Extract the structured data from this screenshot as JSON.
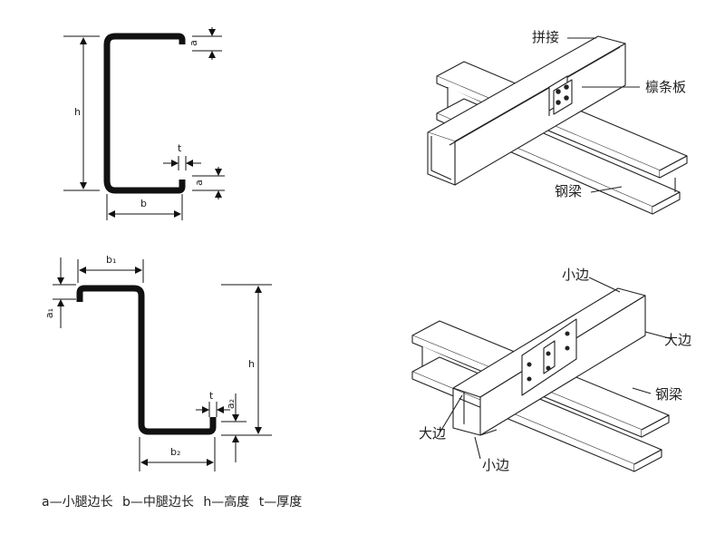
{
  "c_section": {
    "dim_h": "h",
    "dim_b": "b",
    "dim_a_top": "a",
    "dim_a_bottom": "a",
    "dim_t": "t"
  },
  "z_section": {
    "dim_b1": "b₁",
    "dim_b2": "b₂",
    "dim_a1": "a₁",
    "dim_a2": "a₂",
    "dim_h": "h",
    "dim_t": "t"
  },
  "top_right": {
    "label_splice": "拼接",
    "label_purlin": "檩条板",
    "label_steel_beam": "钢梁"
  },
  "bottom_right": {
    "label_small_edge_top": "小边",
    "label_large_edge_right": "大边",
    "label_steel_beam": "钢梁",
    "label_large_edge_left": "大边",
    "label_small_edge_bottom": "小边"
  },
  "legend": {
    "a": "a—小腿边长",
    "b": "b—中腿边长",
    "h": "h—高度",
    "t": "t—厚度"
  }
}
